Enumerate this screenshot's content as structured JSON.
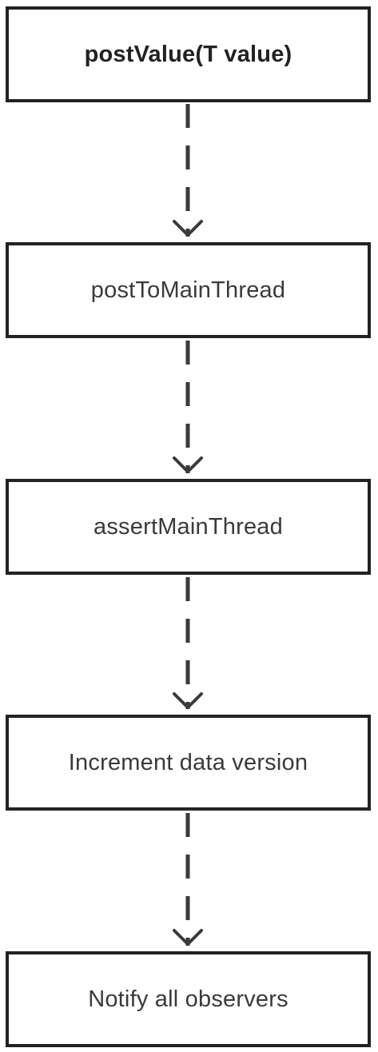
{
  "diagram": {
    "nodes": [
      {
        "id": "n1",
        "label": "postValue(T value)",
        "emphasis": "bold"
      },
      {
        "id": "n2",
        "label": "postToMainThread",
        "emphasis": "normal"
      },
      {
        "id": "n3",
        "label": "assertMainThread",
        "emphasis": "normal"
      },
      {
        "id": "n4",
        "label": "Increment data version",
        "emphasis": "normal"
      },
      {
        "id": "n5",
        "label": "Notify all observers",
        "emphasis": "normal"
      }
    ],
    "edges": [
      {
        "from": "n1",
        "to": "n2",
        "style": "dashed"
      },
      {
        "from": "n2",
        "to": "n3",
        "style": "dashed"
      },
      {
        "from": "n3",
        "to": "n4",
        "style": "dashed"
      },
      {
        "from": "n4",
        "to": "n5",
        "style": "dashed"
      }
    ],
    "colors": {
      "border": "#222222",
      "text": "#3a3a3a",
      "connector": "#3a3a3a",
      "background": "#ffffff"
    }
  }
}
